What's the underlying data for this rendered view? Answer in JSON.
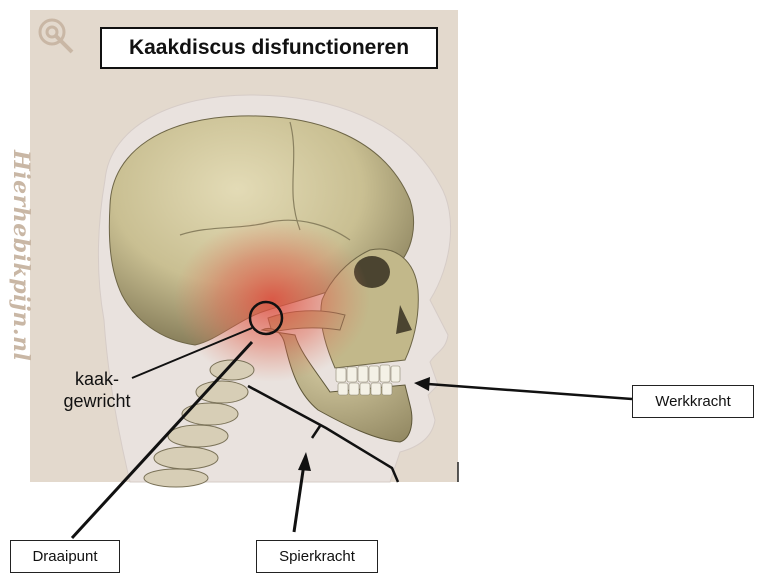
{
  "title": "Kaakdiscus disfunctioneren",
  "watermark": "Hierhebikpijn.nl",
  "joint_label_line1": "kaak-",
  "joint_label_line2": "gewricht",
  "labels": {
    "working_force": "Werkkracht",
    "pivot": "Draaipunt",
    "muscle_force": "Spierkracht"
  },
  "colors": {
    "background": "#e3d9cd",
    "skull": "#cfc59c",
    "head_silhouette": "#e6dedb",
    "inflammation": "#e04a3c",
    "teeth": "#f4f1e6",
    "annotation": "#111111"
  }
}
